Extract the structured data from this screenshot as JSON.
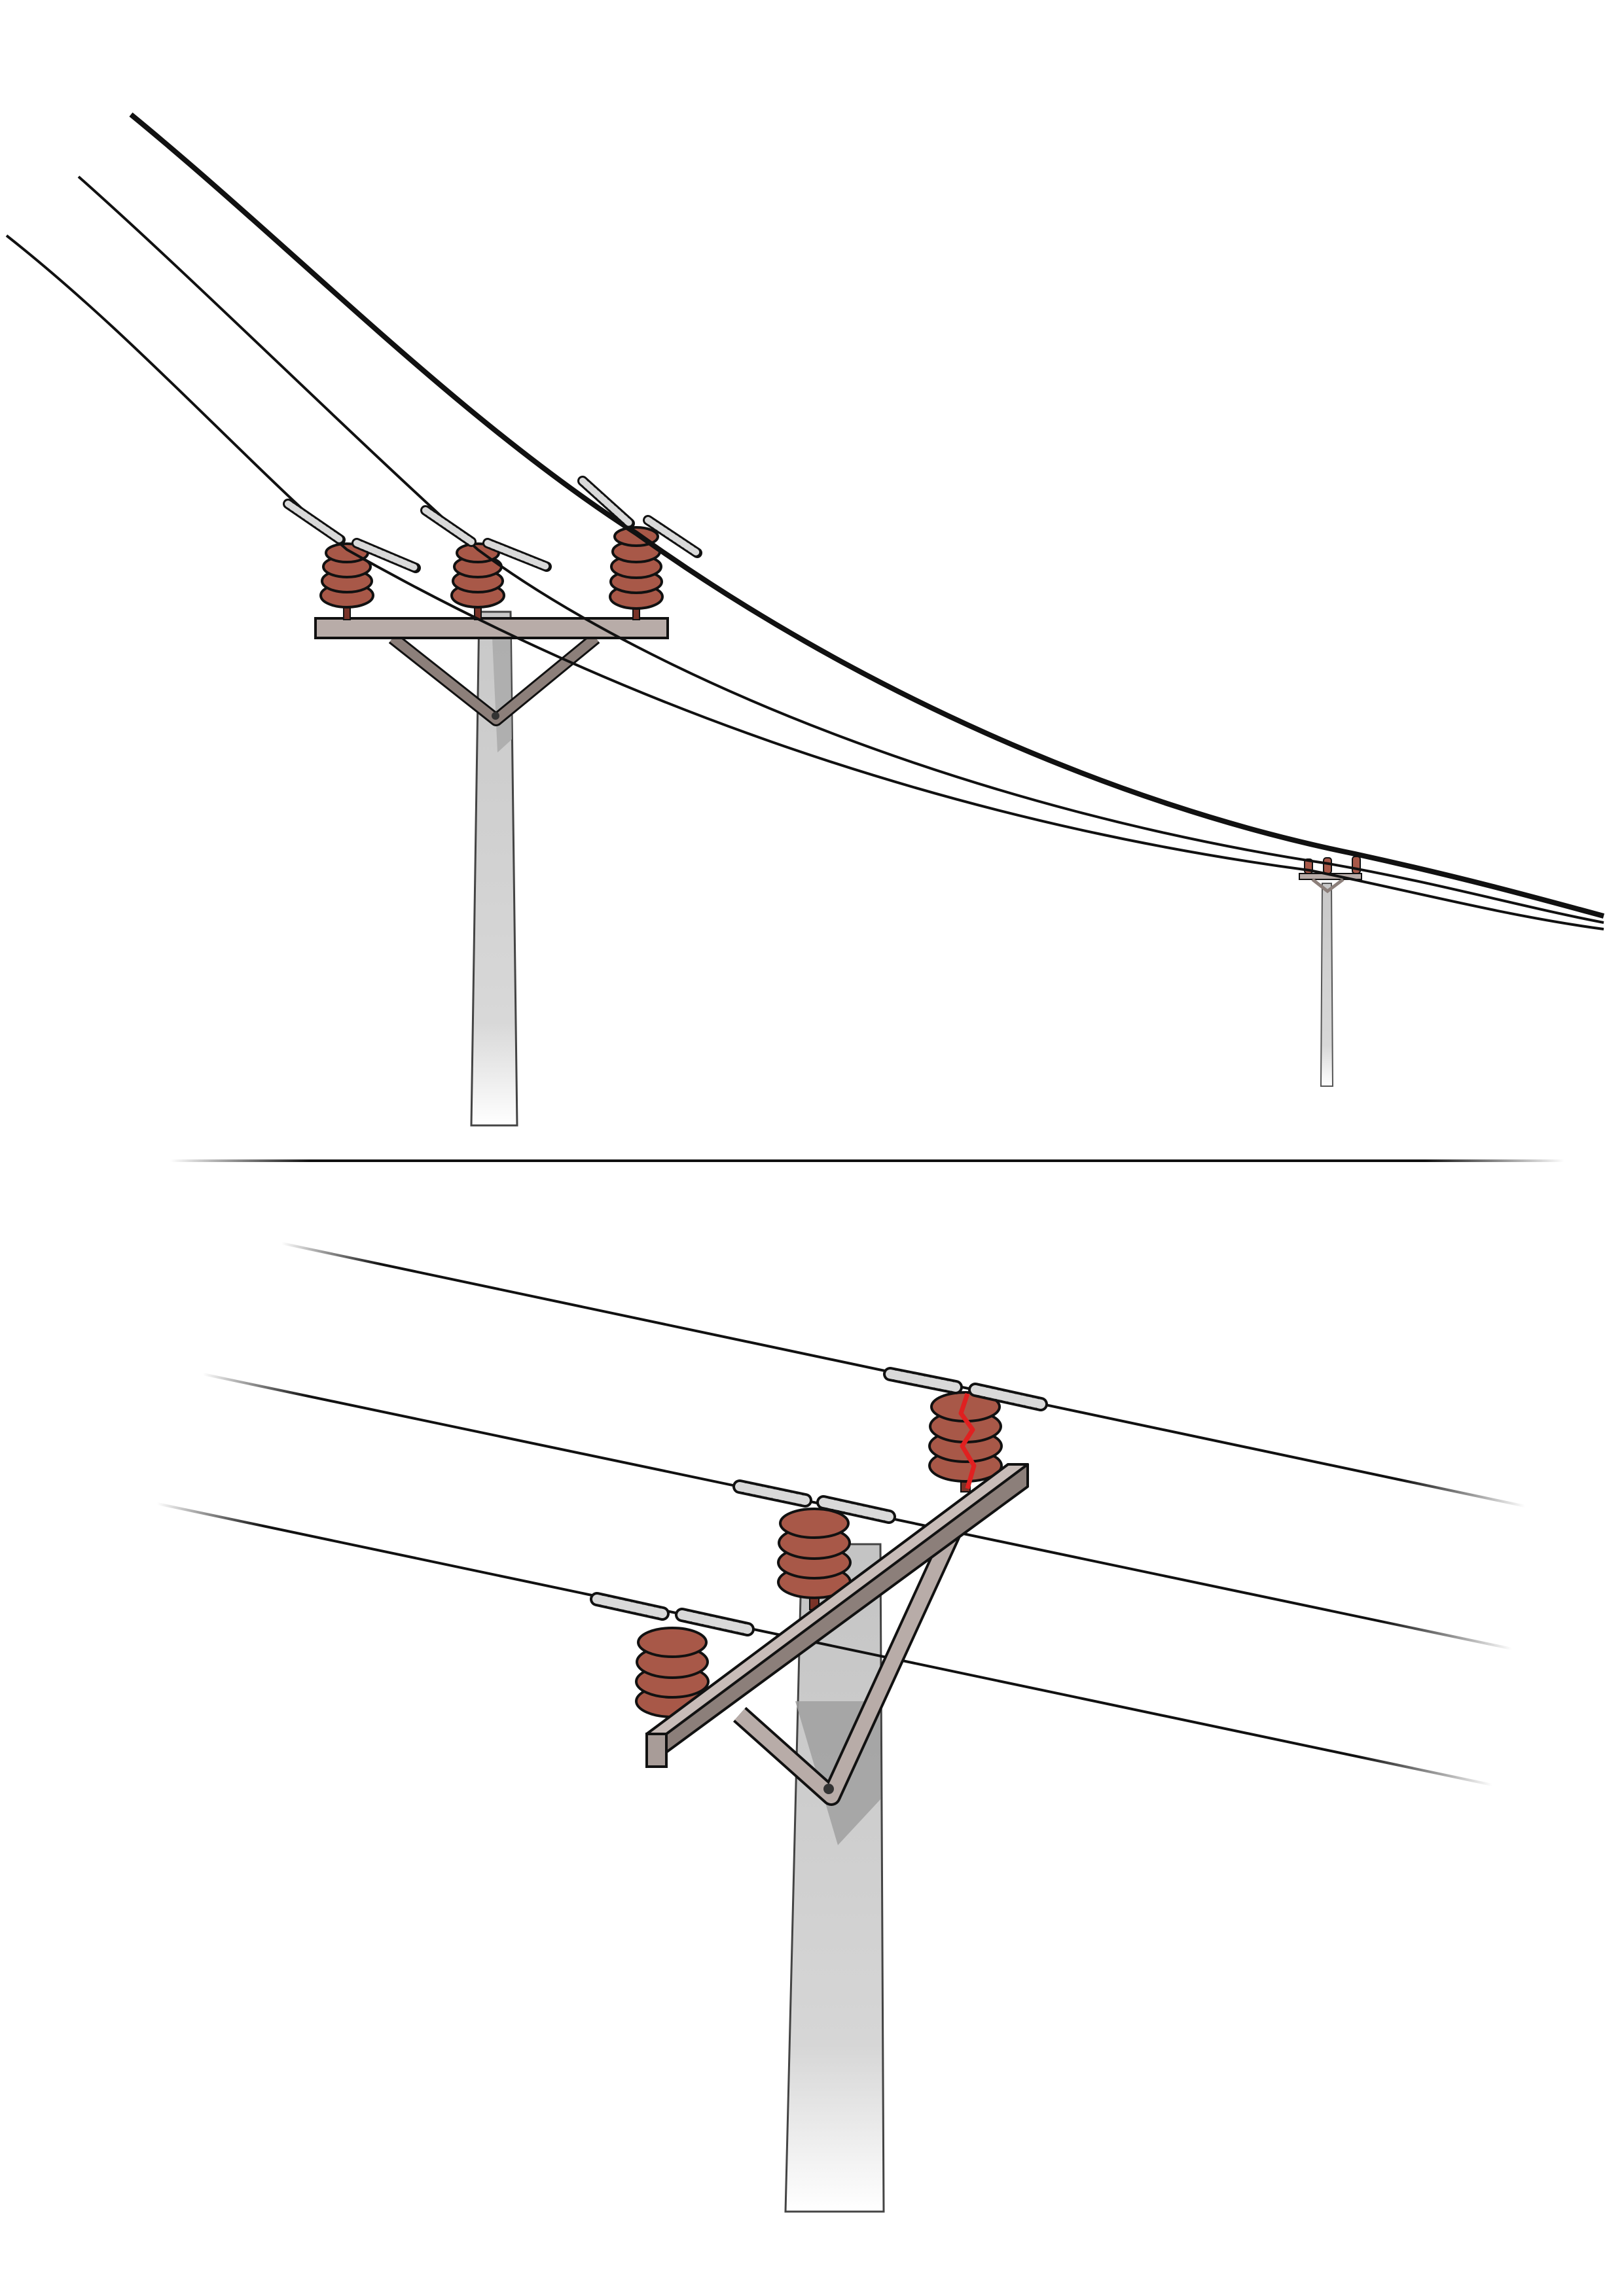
{
  "diagram": {
    "panels": [
      {
        "id": "overview",
        "subject": "power-line-span-with-two-poles"
      },
      {
        "id": "detail",
        "subject": "crossarm-insulator-closeup"
      }
    ],
    "colors": {
      "background": "#ffffff",
      "line": "#111111",
      "insulator": "#a85848",
      "insulator_dark": "#7a3328",
      "crossarm": "#b8aca8",
      "crossarm_dark": "#8c7f7a",
      "pole": "#d6d6d6",
      "pole_shadow": "#a8a8a8",
      "binding": "#d9d9d9",
      "crack": "#e02020"
    },
    "icons": [
      "utility-pole",
      "pin-insulator",
      "conductor-wire",
      "insulator-crack"
    ]
  }
}
